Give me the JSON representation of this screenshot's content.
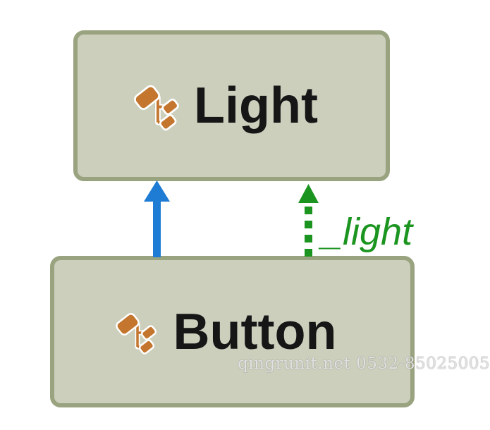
{
  "diagram": {
    "nodes": [
      {
        "id": "light",
        "label": "Light",
        "icon": "class-hierarchy-icon"
      },
      {
        "id": "button",
        "label": "Button",
        "icon": "class-hierarchy-icon"
      }
    ],
    "edges": [
      {
        "from": "Button",
        "to": "Light",
        "line_style": "solid",
        "color": "#1f7cd4",
        "label": ""
      },
      {
        "from": "Button",
        "to": "Light",
        "line_style": "dotted",
        "color": "#1c9520",
        "label": "_light"
      }
    ]
  },
  "watermark": {
    "text": "qingrunit.net 0532-85025005"
  },
  "colors": {
    "background": "#ffffff",
    "node-fill": "#cbcfbc",
    "node-border": "#99a37f",
    "node-text": "#161616",
    "edge-blue": "#1f7cd4",
    "edge-green": "#1c9520",
    "icon-orange": "#c4752e",
    "icon-outline": "#ffffff",
    "watermark-gray": "#c9c9c9"
  }
}
